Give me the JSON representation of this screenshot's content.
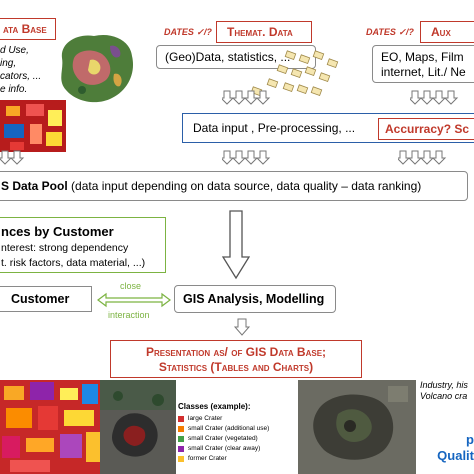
{
  "top_left": {
    "title": "ata Base",
    "lines": [
      "d Use,",
      "ing,",
      "cators, ...",
      "e info."
    ]
  },
  "thematic": {
    "dates": "DATES ✓/?",
    "title": "Themat. Data",
    "content": "(Geo)Data, statistics, ..."
  },
  "auxiliary": {
    "dates": "DATES ✓/?",
    "title": "Aux",
    "content_line1": "EO, Maps, Film",
    "content_line2": "internet, Lit./ Ne"
  },
  "preprocess": {
    "label": "Data input , Pre-processing, ...",
    "accuracy": "Accurracy? Sc"
  },
  "data_pool": {
    "label_bold": "S Data Pool",
    "label_rest": " (data input depending on data source, data quality – data ranking)"
  },
  "influences": {
    "title": "nces by Customer",
    "line1": "nterest: strong dependency",
    "line2": "t. risk factors, data material, ...)"
  },
  "customer": {
    "label": "Customer"
  },
  "interaction": {
    "line1": "close",
    "line2": "interaction"
  },
  "gis_analysis": {
    "label": "GIS Analysis, Modelling"
  },
  "presentation": {
    "line1": "Presentation as/ of GIS Data Base;",
    "line2": "Statistics (Tables and Charts)"
  },
  "legend": {
    "title": "Classes (example):",
    "items": [
      {
        "label": "large Crater",
        "color": "#d32f2f"
      },
      {
        "label": "small Crater (additional use)",
        "color": "#f57c00"
      },
      {
        "label": "small Crater (vegetated)",
        "color": "#43a047"
      },
      {
        "label": "small Crater (clear away)",
        "color": "#8e24aa"
      },
      {
        "label": "former Crater",
        "color": "#fbc02d"
      }
    ]
  },
  "caption_right": {
    "line1": "Industry, his",
    "line2": "Volcano cra"
  },
  "quality_text": {
    "line1": "p",
    "line2": "Qualit"
  }
}
